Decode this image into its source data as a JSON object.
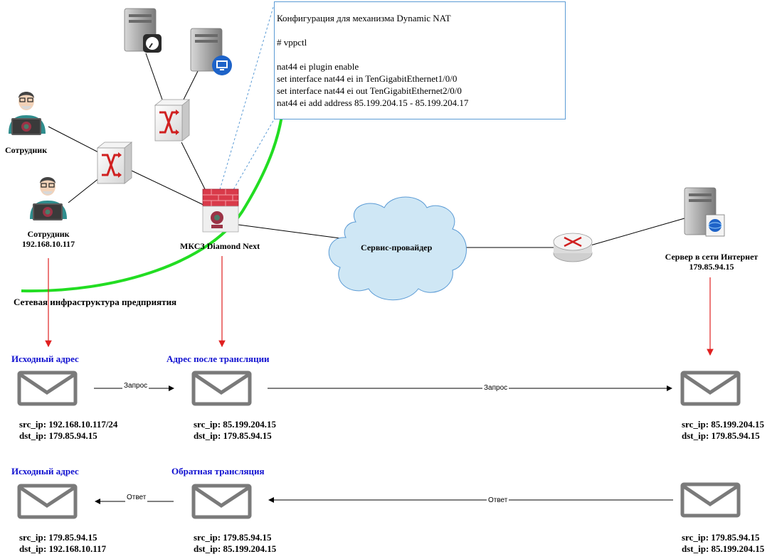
{
  "config": {
    "title": "Конфигурация для механизма Dynamic NAT",
    "prompt": "# vppctl",
    "lines": [
      "nat44 ei plugin enable",
      "set interface nat44 ei in TenGigabitEthernet1/0/0",
      "set interface nat44 ei out TenGigabitEthernet2/0/0",
      "nat44 ei add address 85.199.204.15 - 85.199.204.17"
    ]
  },
  "labels": {
    "employee1": "Сотрудник",
    "employee2_name": "Сотрудник",
    "employee2_ip": "192.168.10.117",
    "firewall": "МКСЗ Diamond Next",
    "cloud": "Сервис-провайдер",
    "server_name": "Сервер в сети Интернет",
    "server_ip": "179.85.94.15",
    "infra": "Сетевая инфраструктура предприятия"
  },
  "flow": {
    "row1": {
      "h1": "Исходный адрес",
      "h2": "Адрес после трансляции",
      "arrow1": "Запрос",
      "arrow2": "Запрос",
      "m1_src": "src_ip: 192.168.10.117/24",
      "m1_dst": "dst_ip: 179.85.94.15",
      "m2_src": "src_ip: 85.199.204.15",
      "m2_dst": "dst_ip: 179.85.94.15",
      "m3_src": "src_ip: 85.199.204.15",
      "m3_dst": "dst_ip: 179.85.94.15"
    },
    "row2": {
      "h1": "Исходный адрес",
      "h2": "Обратная трансляция",
      "arrow1": "Ответ",
      "arrow2": "Ответ",
      "m1_src": "src_ip: 179.85.94.15",
      "m1_dst": "dst_ip: 192.168.10.117",
      "m2_src": "src_ip: 179.85.94.15",
      "m2_dst": "dst_ip: 85.199.204.15",
      "m3_src": "src_ip: 179.85.94.15",
      "m3_dst": "dst_ip: 85.199.204.15"
    }
  },
  "colors": {
    "heading": "#1010d0",
    "red_arrow": "#e02020",
    "green_boundary": "#22dd22",
    "cloud_fill": "#cfe7f5",
    "firewall_red": "#d93a4a"
  },
  "icons": [
    "user-icon",
    "switch-icon",
    "server-icon",
    "firewall-icon",
    "cloud-icon",
    "router-icon",
    "envelope-icon"
  ]
}
